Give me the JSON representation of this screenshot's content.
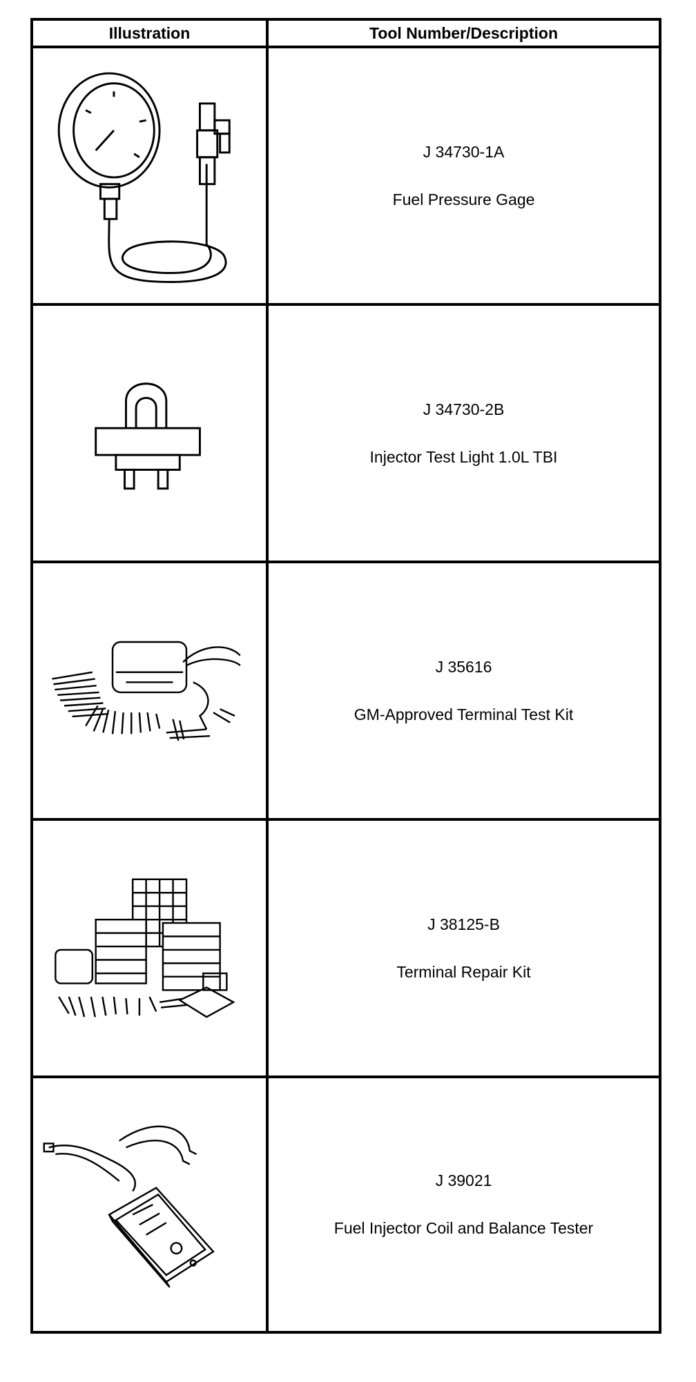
{
  "table": {
    "headers": {
      "illustration": "Illustration",
      "description": "Tool Number/Description"
    },
    "rows": [
      {
        "tool_number": "J 34730-1A",
        "description": "Fuel Pressure Gage",
        "icon": "fuel-pressure-gage-icon"
      },
      {
        "tool_number": "J 34730-2B",
        "description": "Injector Test Light 1.0L TBI",
        "icon": "injector-test-light-icon"
      },
      {
        "tool_number": "J 35616",
        "description": "GM-Approved Terminal Test Kit",
        "icon": "terminal-test-kit-icon"
      },
      {
        "tool_number": "J 38125-B",
        "description": "Terminal Repair Kit",
        "icon": "terminal-repair-kit-icon"
      },
      {
        "tool_number": "J 39021",
        "description": "Fuel Injector Coil and Balance Tester",
        "icon": "injector-tester-icon"
      }
    ]
  }
}
